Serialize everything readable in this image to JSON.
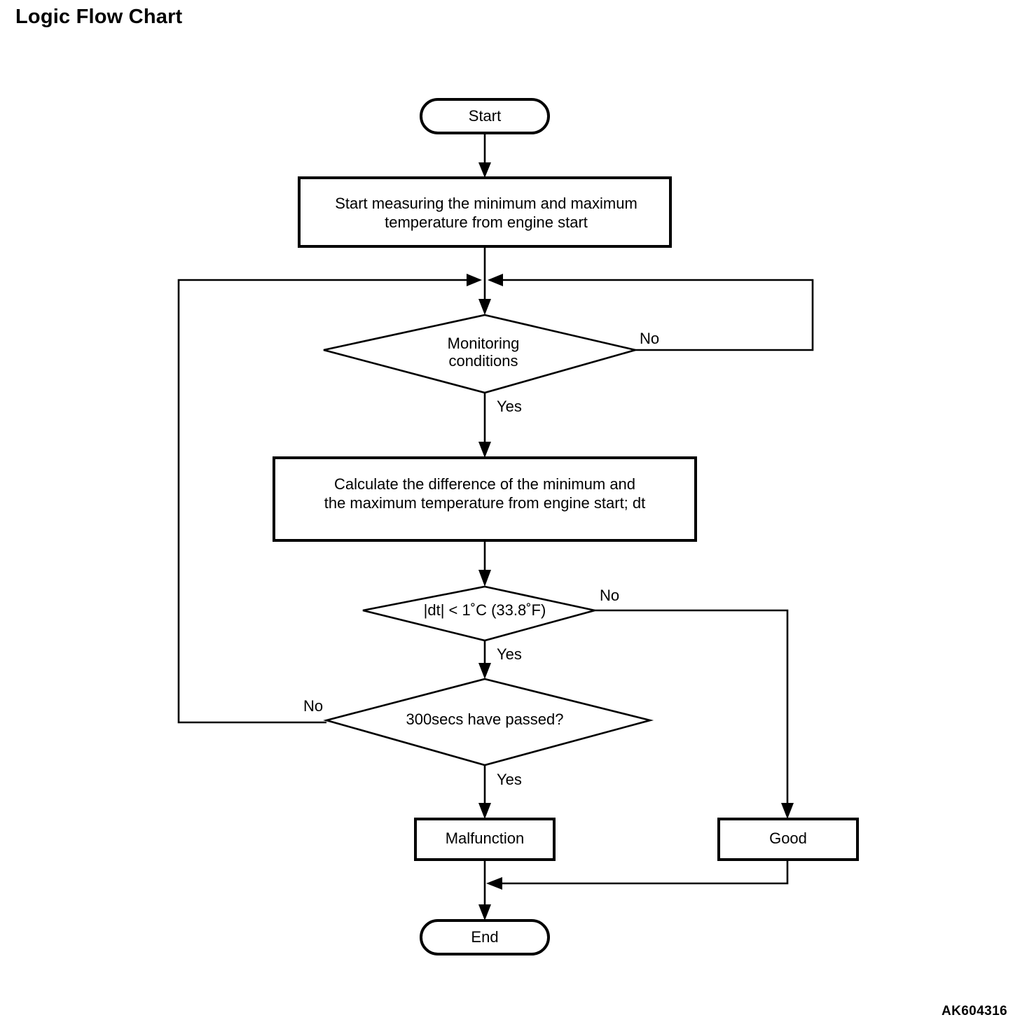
{
  "page": {
    "title": "Logic Flow Chart",
    "figure_code": "AK604316",
    "background_color": "#ffffff",
    "line_color": "#000000"
  },
  "chart_data": {
    "type": "diagram",
    "diagram_kind": "flowchart",
    "title": "Logic Flow Chart",
    "nodes": [
      {
        "id": "start",
        "shape": "terminator",
        "label": "Start"
      },
      {
        "id": "measure",
        "shape": "process",
        "label": "Start measuring the minimum and maximum temperature from engine start",
        "line1": "Start measuring the minimum and maximum",
        "line2": "temperature from engine start"
      },
      {
        "id": "monitor",
        "shape": "decision",
        "label": "Monitoring conditions",
        "line1": "Monitoring",
        "line2": "conditions"
      },
      {
        "id": "calculate",
        "shape": "process",
        "label": "Calculate the difference of the minimum and the maximum temperature from engine start; dt",
        "line1": "Calculate the difference of the minimum and",
        "line2": "the maximum temperature from engine start; dt"
      },
      {
        "id": "dtcheck",
        "shape": "decision",
        "label": "|dt| < 1˚C (33.8˚F)"
      },
      {
        "id": "timecheck",
        "shape": "decision",
        "label": "300secs have passed?"
      },
      {
        "id": "malfunction",
        "shape": "process",
        "label": "Malfunction"
      },
      {
        "id": "good",
        "shape": "process",
        "label": "Good"
      },
      {
        "id": "end",
        "shape": "terminator",
        "label": "End"
      }
    ],
    "edges": [
      {
        "from": "start",
        "to": "measure",
        "label": ""
      },
      {
        "from": "measure",
        "to": "monitor",
        "label": ""
      },
      {
        "from": "monitor",
        "to": "monitor",
        "label": "No",
        "label_side": "right",
        "routing": "loop-right-back-to-junction"
      },
      {
        "from": "monitor",
        "to": "calculate",
        "label": "Yes",
        "label_side": "bottom"
      },
      {
        "from": "calculate",
        "to": "dtcheck",
        "label": ""
      },
      {
        "from": "dtcheck",
        "to": "good",
        "label": "No",
        "label_side": "right"
      },
      {
        "from": "dtcheck",
        "to": "timecheck",
        "label": "Yes",
        "label_side": "bottom"
      },
      {
        "from": "timecheck",
        "to": "monitor",
        "label": "No",
        "label_side": "left",
        "routing": "loop-left-back-to-junction"
      },
      {
        "from": "timecheck",
        "to": "malfunction",
        "label": "Yes",
        "label_side": "bottom"
      },
      {
        "from": "malfunction",
        "to": "end",
        "label": ""
      },
      {
        "from": "good",
        "to": "end",
        "label": ""
      }
    ],
    "edge_labels": {
      "monitor_no": "No",
      "monitor_yes": "Yes",
      "dt_no": "No",
      "dt_yes": "Yes",
      "time_no": "No",
      "time_yes": "Yes"
    }
  }
}
